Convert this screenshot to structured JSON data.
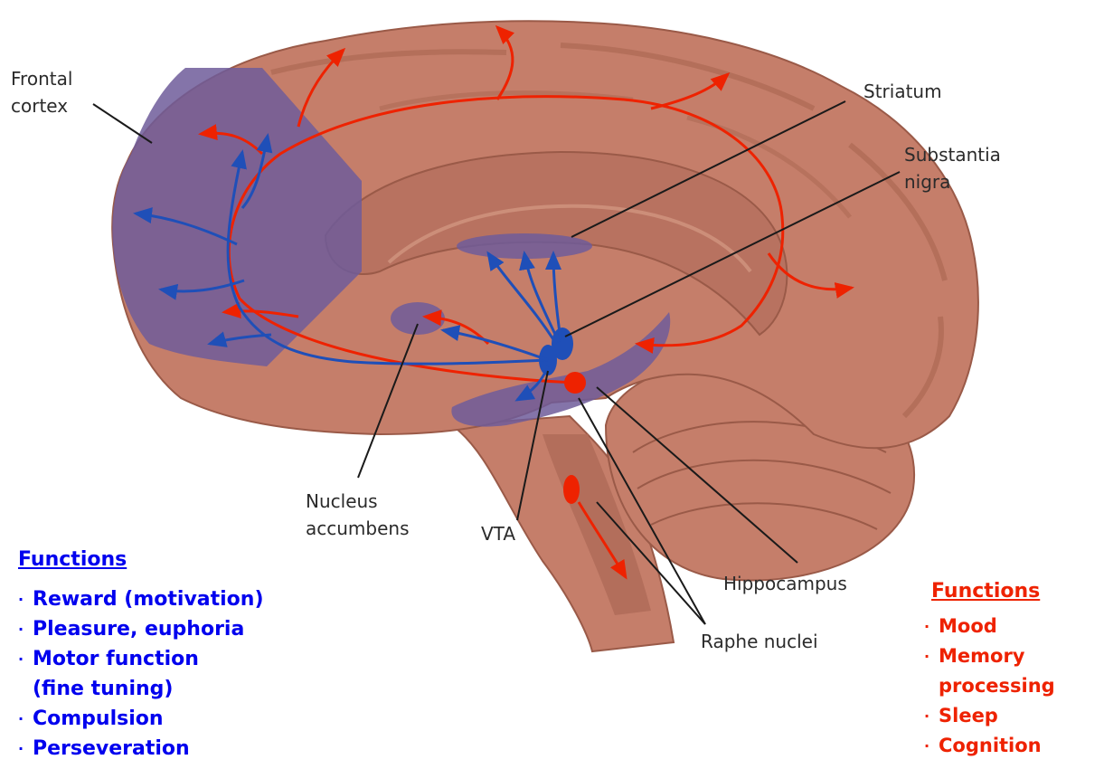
{
  "labels": {
    "frontal_cortex": [
      "Frontal",
      "cortex"
    ],
    "striatum": "Striatum",
    "substantia_nigra": [
      "Substantia",
      "nigra"
    ],
    "nucleus_accumbens": [
      "Nucleus",
      "accumbens"
    ],
    "vta": "VTA",
    "hippocampus": "Hippocampus",
    "raphe_nuclei": "Raphe nuclei"
  },
  "dopamine_functions": {
    "title": "Functions",
    "color": "#0000ee",
    "bullet": "·",
    "items": [
      "Reward (motivation)",
      "Pleasure, euphoria",
      "Motor function",
      "(fine tuning)",
      "Compulsion",
      "Perseveration"
    ]
  },
  "serotonin_functions": {
    "title": "Functions",
    "color": "#ee2200",
    "bullet": "·",
    "items": [
      "Mood",
      "Memory",
      "processing",
      "Sleep",
      "Cognition"
    ]
  },
  "colors": {
    "brain": "#c57e6a",
    "brain_dark": "#9a5a48",
    "dopamine_region": "#6e5c9a",
    "dopamine_pathway": "#1f4fb8",
    "serotonin_pathway": "#ee2200",
    "leader_line": "#1a1a1a"
  }
}
